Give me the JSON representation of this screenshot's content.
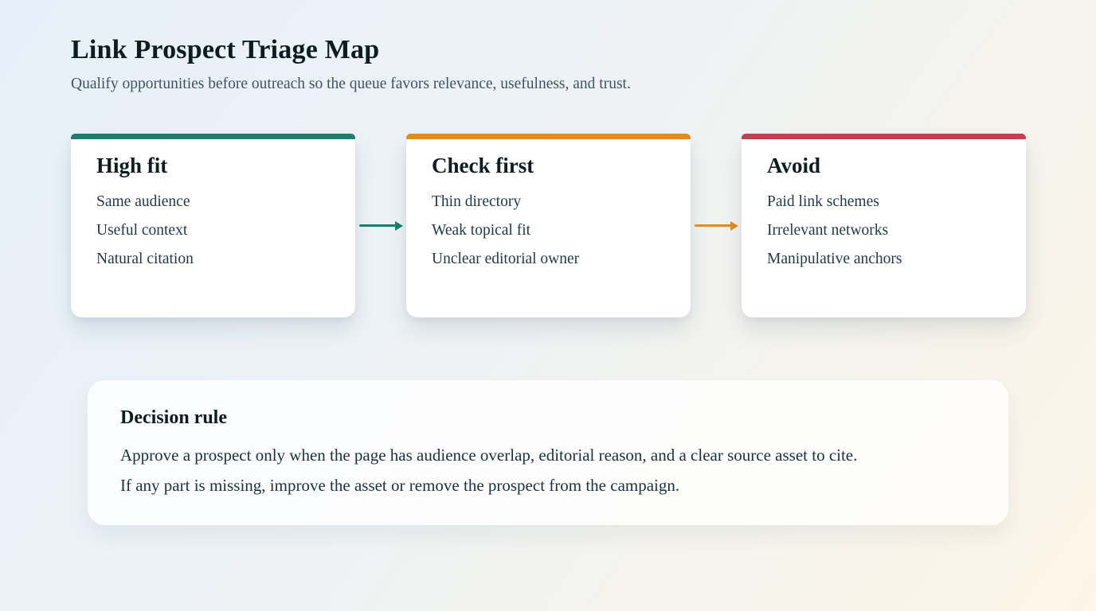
{
  "page": {
    "title": "Link Prospect Triage Map",
    "subtitle": "Qualify opportunities before outreach so the queue favors relevance, usefulness, and trust."
  },
  "cards": [
    {
      "title": "High fit",
      "accent_color": "#1e7e6e",
      "items": [
        "Same audience",
        "Useful context",
        "Natural citation"
      ]
    },
    {
      "title": "Check first",
      "accent_color": "#e08c21",
      "items": [
        "Thin directory",
        "Weak topical fit",
        "Unclear editorial owner"
      ]
    },
    {
      "title": "Avoid",
      "accent_color": "#c23e50",
      "items": [
        "Paid link schemes",
        "Irrelevant networks",
        "Manipulative anchors"
      ]
    }
  ],
  "arrows": [
    {
      "name": "high-fit-to-check-first",
      "color": "#1e7e6e"
    },
    {
      "name": "check-first-to-avoid",
      "color": "#e08c21"
    }
  ],
  "decision": {
    "title": "Decision rule",
    "line1": "Approve a prospect only when the page has audience overlap, editorial reason, and a clear source asset to cite.",
    "line2": "If any part is missing, improve the asset or remove the prospect from the campaign."
  }
}
